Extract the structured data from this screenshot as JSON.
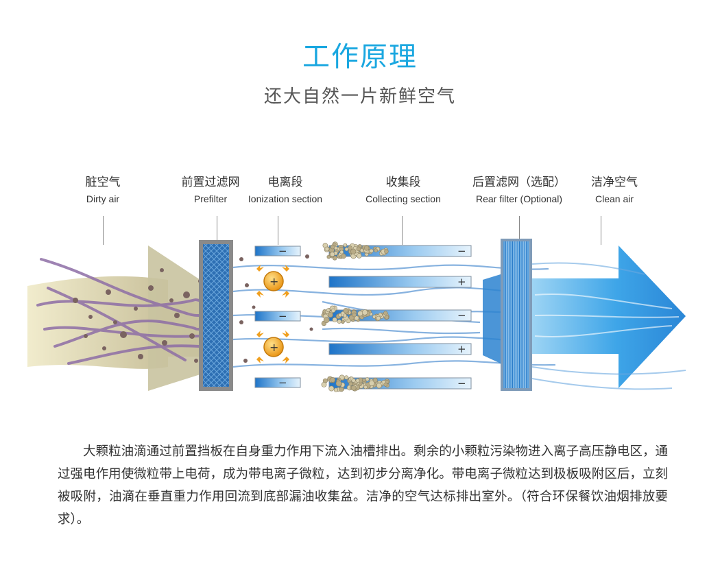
{
  "title": "工作原理",
  "subtitle": "还大自然一片新鲜空气",
  "stages": [
    {
      "cn": "脏空气",
      "en": "Dirty air"
    },
    {
      "cn": "前置过滤网",
      "en": "Prefilter"
    },
    {
      "cn": "电离段",
      "en": "Ionization section"
    },
    {
      "cn": "收集段",
      "en": "Collecting section"
    },
    {
      "cn": "后置滤网（选配）",
      "en": "Rear filter (Optional)"
    },
    {
      "cn": "洁净空气",
      "en": "Clean air"
    }
  ],
  "plate_signs": [
    "−",
    "+",
    "−",
    "+",
    "−"
  ],
  "ion_signs": [
    "+",
    "+"
  ],
  "description": "大颗粒油滴通过前置挡板在自身重力作用下流入油槽排出。剩余的小颗粒污染物进入离子高压静电区，通过强电作用使微粒带上电荷，成为带电离子微粒，达到初步分离净化。带电离子微粒达到极板吸附区后，立刻被吸附，油滴在垂直重力作用回流到底部漏油收集盆。洁净的空气达标排出室外。（符合环保餐饮油烟排放要求）。",
  "colors": {
    "title": "#1aa7e0",
    "clean_air": "#2a9be0",
    "dirty_air": "#d9d2a6",
    "particles": "#7a6360",
    "ion": "#f0a020"
  }
}
